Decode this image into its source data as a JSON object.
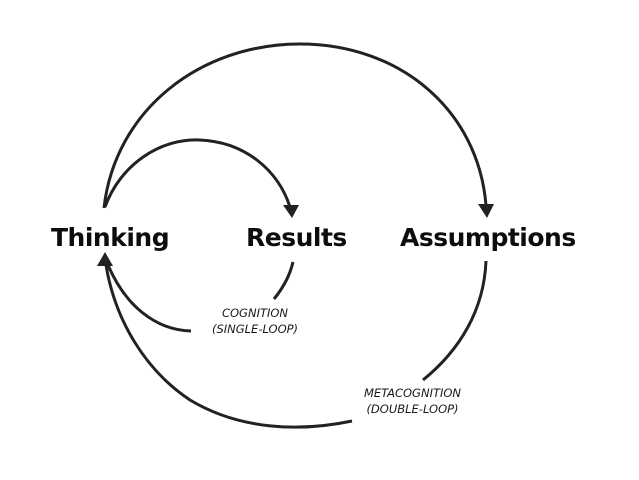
{
  "diagram": {
    "title": "Single-loop vs double-loop learning",
    "nodes": {
      "thinking": "Thinking",
      "results": "Results",
      "assumptions": "Assumptions"
    },
    "loops": {
      "single": {
        "name": "COGNITION",
        "type": "(SINGLE-LOOP)",
        "from": "Thinking",
        "via": "Results",
        "to": "Thinking"
      },
      "double": {
        "name": "METACOGNITION",
        "type": "(DOUBLE-LOOP)",
        "from": "Thinking",
        "via": "Assumptions",
        "to": "Thinking"
      }
    },
    "colors": {
      "stroke": "#222222",
      "text": "#0d0d0d",
      "background": "#ffffff"
    }
  }
}
